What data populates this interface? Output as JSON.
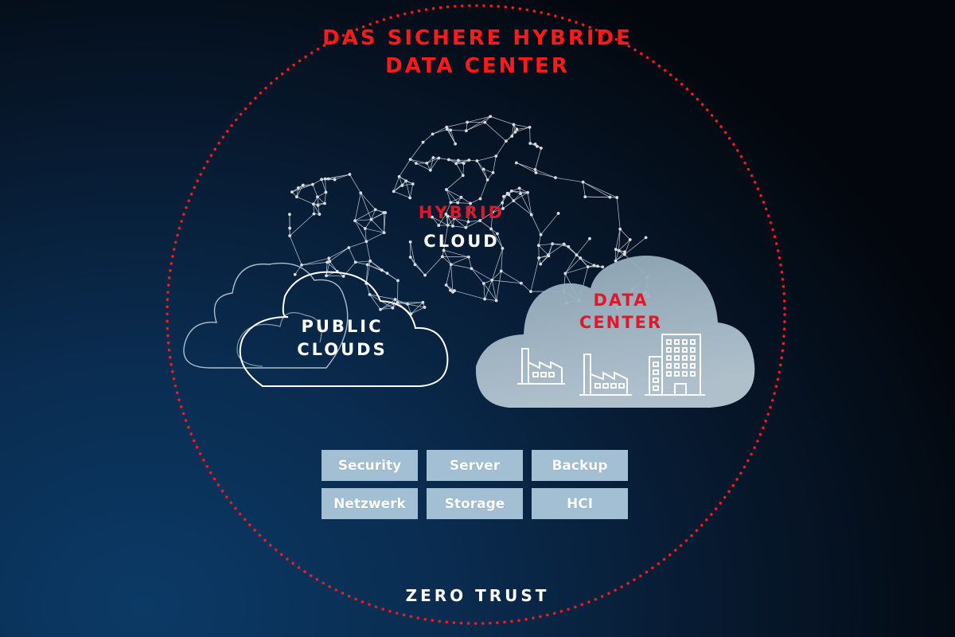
{
  "title": {
    "line1": "DAS SICHERE HYBRIDE",
    "line2": "DATA CENTER"
  },
  "hybrid_cloud": {
    "line1": "HYBRID",
    "line2": "CLOUD"
  },
  "public_clouds": {
    "line1": "PUBLIC",
    "line2": "CLOUDS"
  },
  "data_center": {
    "line1": "DATA",
    "line2": "CENTER"
  },
  "components": [
    {
      "label": "Security"
    },
    {
      "label": "Server"
    },
    {
      "label": "Backup"
    },
    {
      "label": "Netzwerk"
    },
    {
      "label": "Storage"
    },
    {
      "label": "HCI"
    }
  ],
  "footer": "ZERO TRUST",
  "colors": {
    "accent_red": "#ff1a1a",
    "tile_fill": "#a3bfd4",
    "data_center_cloud": "#8aa3b4",
    "mesh": "#dfe8f0"
  },
  "icons": [
    "network-mesh-cloud-icon",
    "outline-cloud-icon",
    "factory-icon",
    "office-building-icon"
  ]
}
